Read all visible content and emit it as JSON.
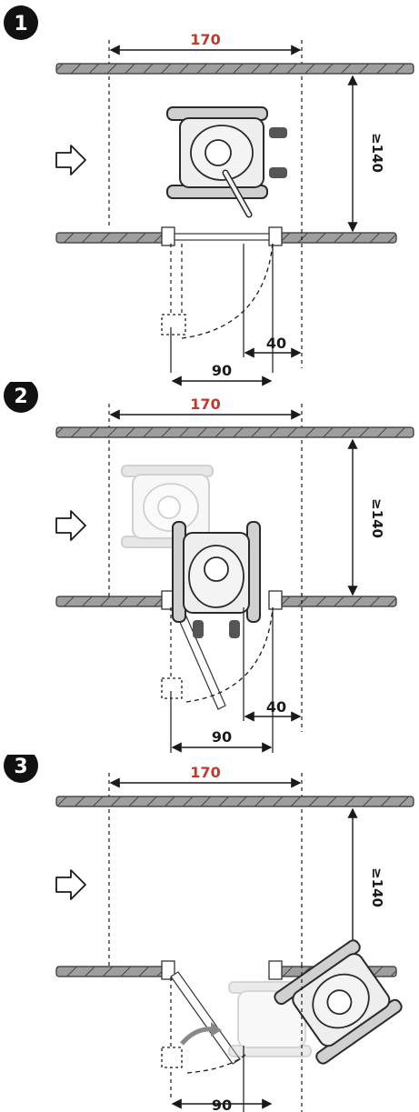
{
  "colors": {
    "badge": "#111111",
    "ink": "#1a1a1a",
    "dim_red": "#c0392b",
    "wall_fill": "#9e9e9e",
    "hatch": "#444444",
    "faded_chair": "#b9b9b9",
    "figure": "#2a2a2a"
  },
  "icons": {
    "direction": "arrow-right-icon",
    "user": "wheelchair-user-icon"
  },
  "panels": [
    {
      "number": "1",
      "width_label": "170",
      "clearance_label": "≥140",
      "door_label": "90",
      "side_label": "40"
    },
    {
      "number": "2",
      "width_label": "170",
      "clearance_label": "≥140",
      "door_label": "90",
      "side_label": "40"
    },
    {
      "number": "3",
      "width_label": "170",
      "clearance_label": "≥140",
      "door_label": "90"
    }
  ]
}
